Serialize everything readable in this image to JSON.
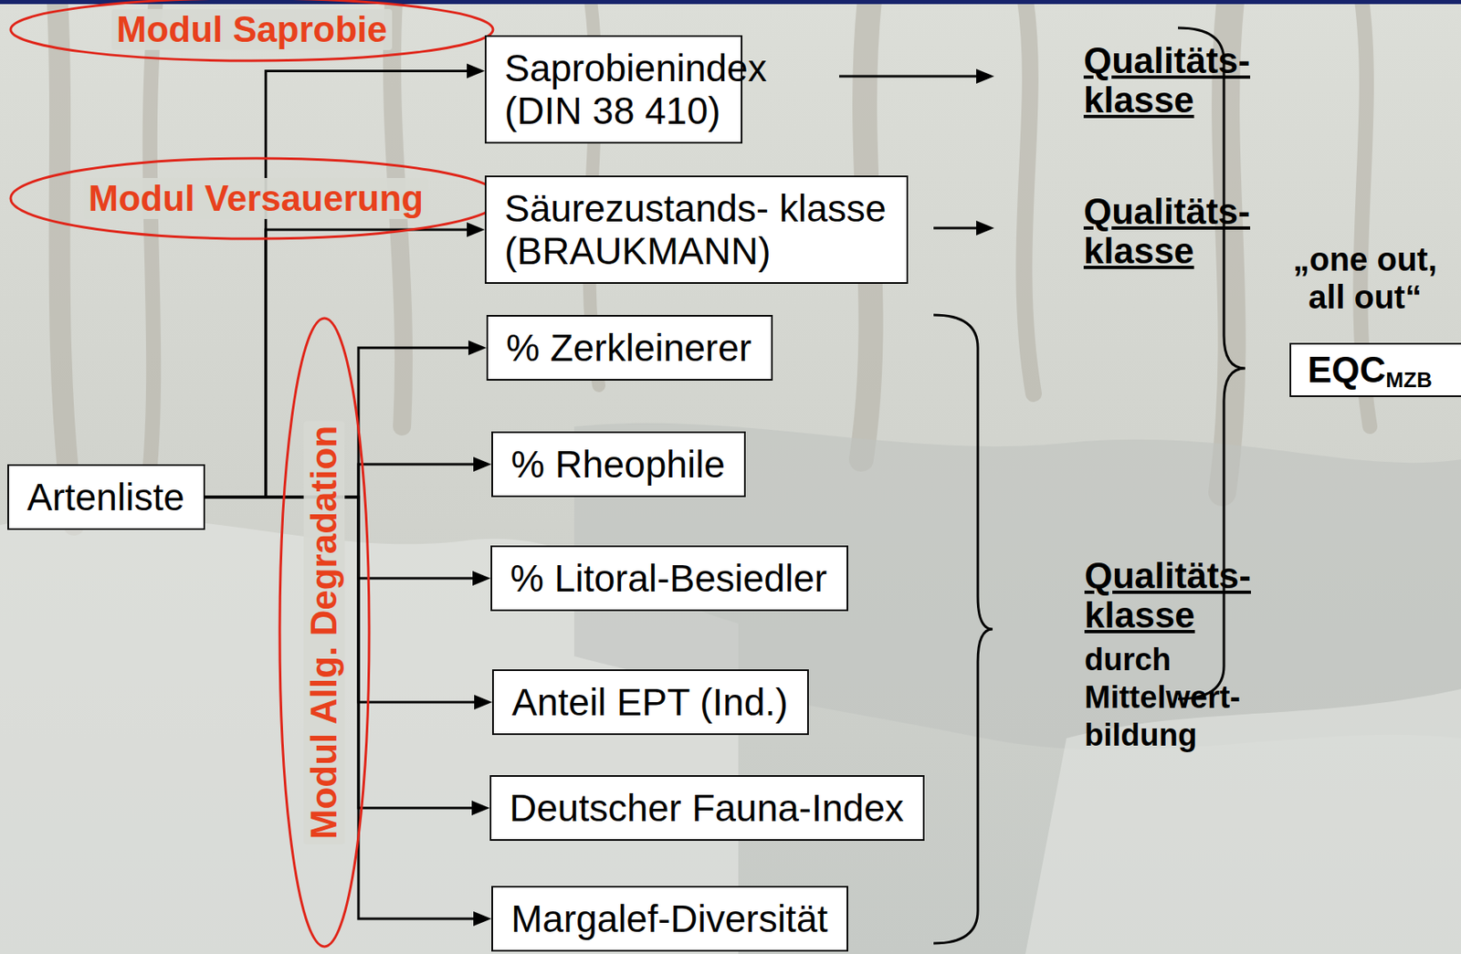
{
  "diagram": {
    "nodes": [
      {
        "text": [
          "Artenliste"
        ]
      },
      {
        "text": [
          "Modul Saprobie"
        ]
      },
      {
        "text": [
          "Saprobienindex (DIN 38 410)"
        ]
      },
      {
        "text": [
          "Modul Versauerung"
        ]
      },
      {
        "text": [
          "Säurezustands- klasse (BRAUKMANN)"
        ]
      },
      {
        "text": [
          "Modul Allg. Degradation"
        ]
      },
      {
        "text": [
          "% Zerkleinerer"
        ]
      },
      {
        "text": [
          "% Rheophile"
        ]
      },
      {
        "text": [
          "% Litoral-Besiedler"
        ]
      },
      {
        "text": [
          "Anteil EPT (Ind.)"
        ]
      },
      {
        "text": [
          "Deutscher Fauna-Index"
        ]
      },
      {
        "text": [
          "Margalef-Diversität"
        ]
      },
      {
        "text": [
          "EQC",
          "MZB"
        ]
      }
    ],
    "edges": [
      {
        "from": 0,
        "to": 2,
        "arrow": "to"
      },
      {
        "from": 0,
        "to": 4,
        "arrow": "to"
      },
      {
        "from": 0,
        "to": 6,
        "arrow": "to"
      },
      {
        "from": 0,
        "to": 7,
        "arrow": "to"
      },
      {
        "from": 0,
        "to": 8,
        "arrow": "to"
      },
      {
        "from": 0,
        "to": 9,
        "arrow": "to"
      },
      {
        "from": 0,
        "to": 10,
        "arrow": "to"
      },
      {
        "from": 0,
        "to": 11,
        "arrow": "to"
      }
    ],
    "labels": [
      "Qualitäts- klasse",
      "Qualitäts- klasse",
      "„one out, all out“",
      "Qualitäts- klasse",
      "durch Mittelwert- bildung"
    ]
  }
}
